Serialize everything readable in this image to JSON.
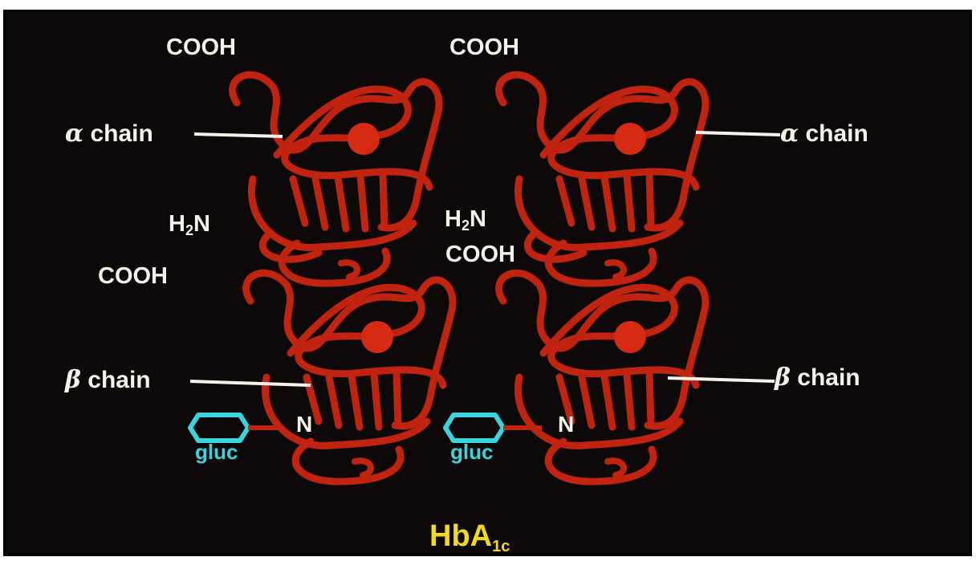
{
  "labels": {
    "alpha_left": {
      "symbol": "α",
      "text": "chain"
    },
    "alpha_right": {
      "symbol": "α",
      "text": "chain"
    },
    "beta_left": {
      "symbol": "β",
      "text": "chain"
    },
    "beta_right": {
      "symbol": "β",
      "text": "chain"
    },
    "cooh_top_left": "COOH",
    "cooh_top_right": "COOH",
    "cooh_mid_left": "COOH",
    "cooh_mid_right": "COOH",
    "h2n_left": {
      "main": "H",
      "sub": "2",
      "rest": "N"
    },
    "h2n_right": {
      "main": "H",
      "sub": "2",
      "rest": "N"
    },
    "n_left": "N",
    "n_right": "N",
    "gluc_left": "gluc",
    "gluc_right": "gluc",
    "title": {
      "main": "HbA",
      "sub": "1c"
    }
  },
  "colors": {
    "background": "#0c0908",
    "chain": "#c0230f",
    "heme": "#d62a12",
    "glucose": "#39d4dc",
    "label": "#f6f2ea",
    "title": "#f3d81c"
  },
  "icons": [
    "heme-group-icon",
    "glucose-hexagon-icon",
    "leader-line"
  ]
}
